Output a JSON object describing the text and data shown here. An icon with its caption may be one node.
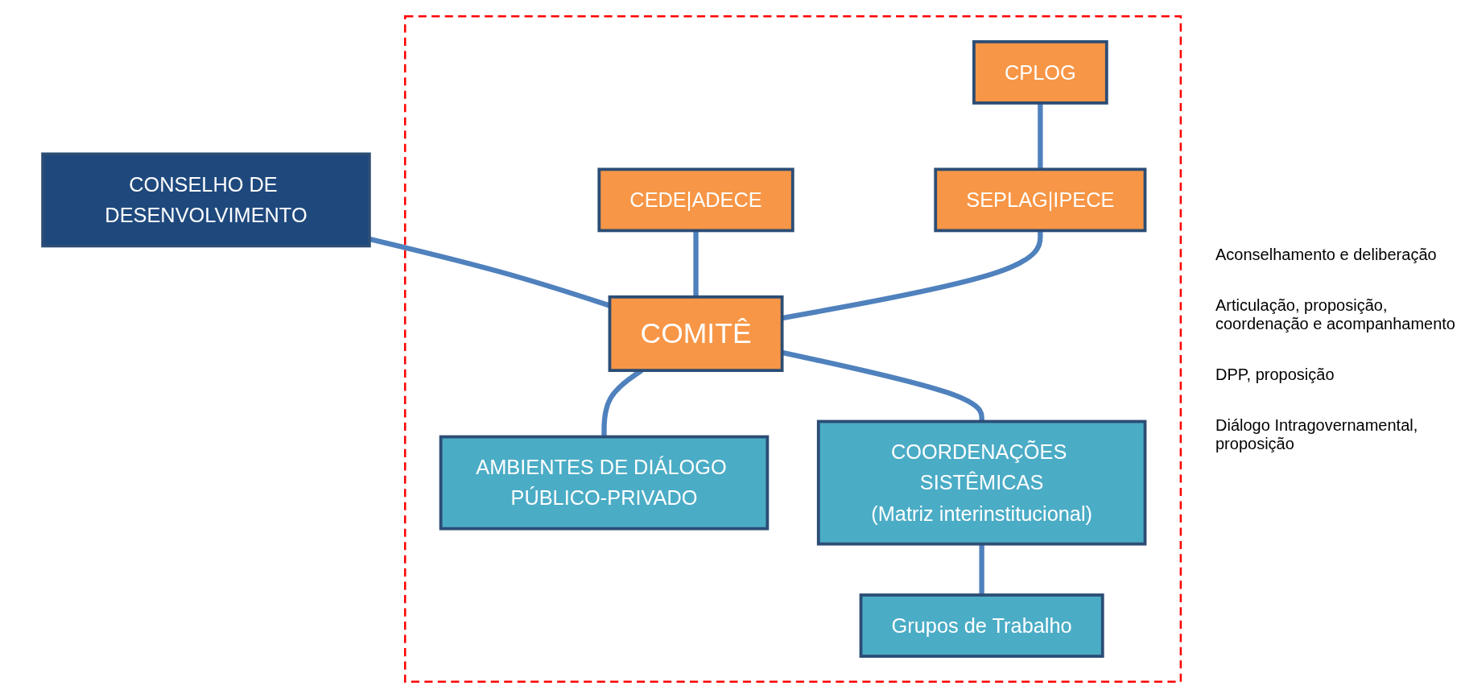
{
  "diagram": {
    "nodes": [
      {
        "text": [
          "CONSELHO DE DESENVOLVIMENTO"
        ]
      },
      {
        "text": [],
        "shape": "box"
      },
      {
        "text": [
          "CEDE|ADECE"
        ],
        "in": 1
      },
      {
        "text": [
          "COMITÊ"
        ],
        "in": 1
      },
      {
        "text": [
          "CPLOG"
        ],
        "in": 1
      },
      {
        "text": [
          "SEPLAG|IPECE"
        ],
        "in": 1
      },
      {
        "text": [
          "AMBIENTES DE DIÁLOGO PÚBLICO-PRIVADO"
        ],
        "in": 1
      },
      {
        "text": [
          "COORDENAÇÕES SISTÊMICAS",
          "(Matriz interinstitucional)"
        ],
        "in": 1
      },
      {
        "text": [
          "Grupos de Trabalho"
        ],
        "in": 1
      }
    ],
    "edges": [
      {
        "from": 0,
        "to": 3,
        "arrow": "none"
      },
      {
        "from": 2,
        "to": 3,
        "arrow": "none"
      },
      {
        "from": 4,
        "to": 5,
        "arrow": "none"
      },
      {
        "from": 5,
        "to": 3,
        "arrow": "none"
      },
      {
        "from": 3,
        "to": 6,
        "arrow": "none"
      },
      {
        "from": 3,
        "to": 7,
        "arrow": "none"
      },
      {
        "from": 7,
        "to": 8,
        "arrow": "none"
      }
    ],
    "labels": [
      "Aconselhamento e deliberação",
      "Articulação, proposição, coordenação e acompanhamento",
      "DPP, proposição",
      "Diálogo Intragovernamental, proposição"
    ]
  }
}
